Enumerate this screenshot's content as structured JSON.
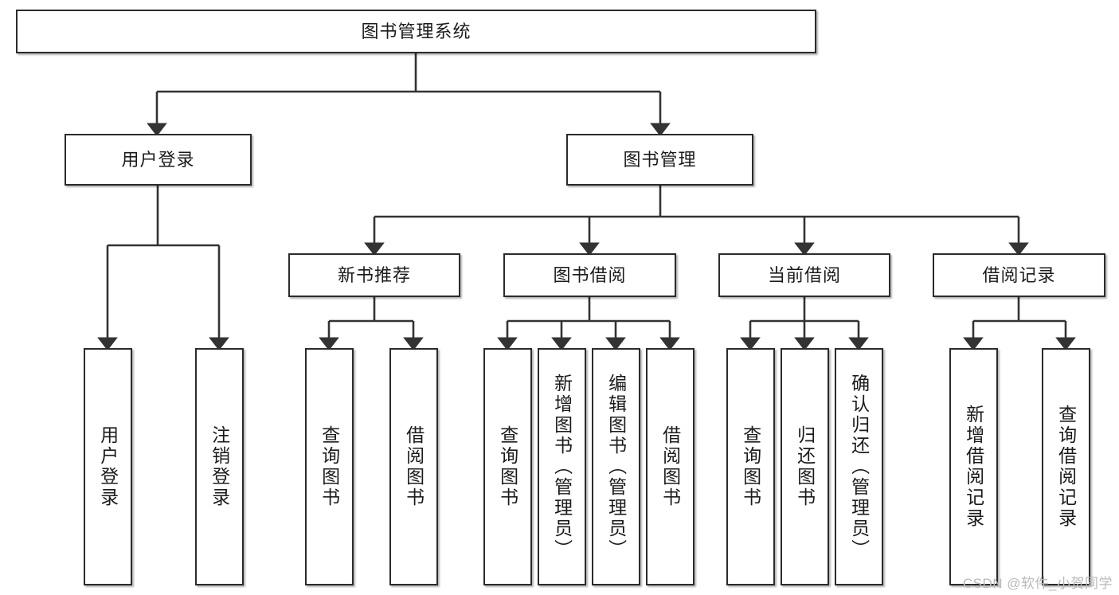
{
  "diagram": {
    "title": "图书管理系统",
    "type": "tree-hierarchy-diagram",
    "watermark": "CSDN @软件_小贺同学",
    "colors": {
      "box_border": "#2b2b2b",
      "box_fill": "#ffffff",
      "connector": "#333333",
      "text": "#1b1b1b",
      "watermark": "#b9b9b9",
      "page_background": "#ffffff"
    },
    "root": {
      "id": "root",
      "label": "图书管理系统"
    },
    "level2": [
      {
        "id": "user-login",
        "label": "用户登录"
      },
      {
        "id": "book-management",
        "label": "图书管理"
      }
    ],
    "level3": [
      {
        "id": "new-book-recommend",
        "label": "新书推荐",
        "parent": "book-management"
      },
      {
        "id": "book-borrow",
        "label": "图书借阅",
        "parent": "book-management"
      },
      {
        "id": "current-borrow",
        "label": "当前借阅",
        "parent": "book-management"
      },
      {
        "id": "borrow-record",
        "label": "借阅记录",
        "parent": "book-management"
      }
    ],
    "leaves": [
      {
        "id": "leaf-user-login",
        "label": "用户登录",
        "parent": "user-login"
      },
      {
        "id": "leaf-logout-login",
        "label": "注销登录",
        "parent": "user-login"
      },
      {
        "id": "leaf-query-book-1",
        "label": "查询图书",
        "parent": "new-book-recommend"
      },
      {
        "id": "leaf-borrow-book-1",
        "label": "借阅图书",
        "parent": "new-book-recommend"
      },
      {
        "id": "leaf-query-book-2",
        "label": "查询图书",
        "parent": "book-borrow"
      },
      {
        "id": "leaf-add-book-admin",
        "label": "新增图书（管理员）",
        "parent": "book-borrow"
      },
      {
        "id": "leaf-edit-book-admin",
        "label": "编辑图书（管理员）",
        "parent": "book-borrow"
      },
      {
        "id": "leaf-borrow-book-2",
        "label": "借阅图书",
        "parent": "book-borrow"
      },
      {
        "id": "leaf-query-book-3",
        "label": "查询图书",
        "parent": "current-borrow"
      },
      {
        "id": "leaf-return-book",
        "label": "归还图书",
        "parent": "current-borrow"
      },
      {
        "id": "leaf-confirm-return-admin",
        "label": "确认归还（管理员）",
        "parent": "current-borrow"
      },
      {
        "id": "leaf-add-borrow-record",
        "label": "新增借阅记录",
        "parent": "borrow-record"
      },
      {
        "id": "leaf-query-borrow-record",
        "label": "查询借阅记录",
        "parent": "borrow-record"
      }
    ]
  }
}
